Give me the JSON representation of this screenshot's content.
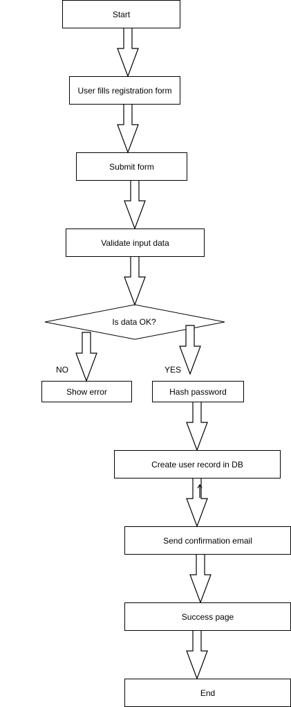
{
  "flowchart": {
    "steps": {
      "start": "Start",
      "fill_form": "User fills registration form",
      "submit_form": "Submit form",
      "validate": "Validate input data",
      "decision": "Is data OK?",
      "show_error": "Show error",
      "hash_password": "Hash password",
      "create_record": "Create user record in DB",
      "send_email": "Send confirmation email",
      "success_page": "Success page",
      "end": "End"
    },
    "branches": {
      "no": "NO",
      "yes": "YES"
    }
  },
  "colors": {
    "stroke": "#000000",
    "fill": "#ffffff",
    "text": "#000000"
  }
}
